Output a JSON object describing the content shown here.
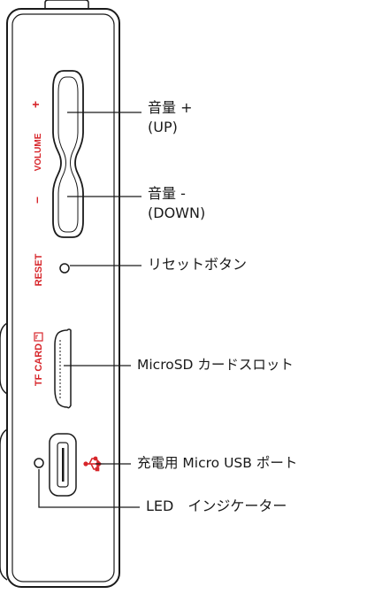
{
  "device_text": {
    "volume_plus": "+",
    "volume": "VOLUME",
    "volume_minus": "–",
    "reset": "RESET",
    "tf_card": "TF CARD"
  },
  "callouts": {
    "volume_up": [
      "音量 +",
      "(UP)"
    ],
    "volume_down": [
      "音量 -",
      "(DOWN)"
    ],
    "reset_button": "リセットボタン",
    "microsd_slot": "MicroSD カードスロット",
    "usb_port": "充電用 Micro USB ポート",
    "led_indicator": "LED　インジケーター"
  },
  "colors": {
    "outline": "#1a1a1a",
    "accent_red": "#d7262b"
  }
}
